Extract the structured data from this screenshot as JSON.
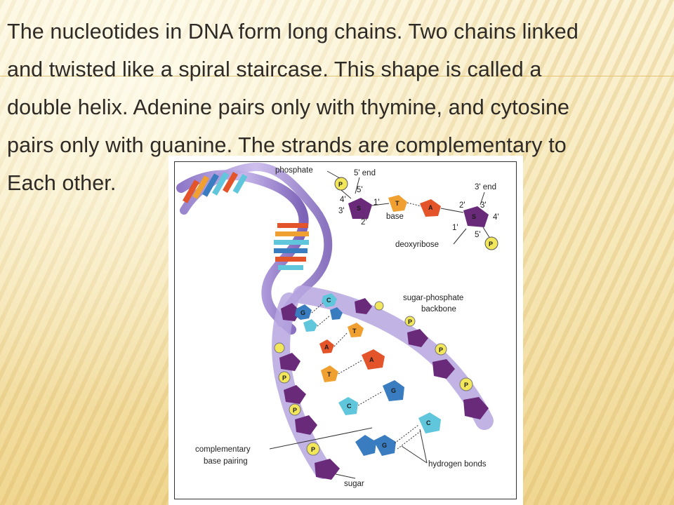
{
  "slide": {
    "lines": [
      "The nucleotides in DNA form long chains. Two chains linked",
      "and twisted like a spiral staircase. This shape is called a",
      "double helix. Adenine pairs only with thymine, and cytosine",
      "pairs only with guanine. The strands are complementary to",
      "Each other."
    ]
  },
  "diagram": {
    "labels": {
      "phosphate": "phosphate",
      "five_end": "5' end",
      "three_end": "3' end",
      "base": "base",
      "deoxyribose": "deoxyribose",
      "sugar_phosphate": "sugar-phosphate",
      "backbone": "backbone",
      "complementary": "complementary",
      "base_pairing": "base pairing",
      "hydrogen_bonds": "hydrogen bonds",
      "sugar": "sugar"
    },
    "primes": {
      "p5": "5'",
      "p4": "4'",
      "p3": "3'",
      "p2": "2'",
      "p1": "1'"
    },
    "letters": {
      "P": "P",
      "S": "S",
      "A": "A",
      "T": "T",
      "G": "G",
      "C": "C"
    },
    "colors": {
      "sugar": "#6a2a7a",
      "phosphate": "#f2e65a",
      "adenine": "#e3542a",
      "thymine": "#f0a030",
      "guanine": "#3a7cc0",
      "cytosine": "#5fc6dc",
      "backbone": "#a08bd0"
    }
  }
}
